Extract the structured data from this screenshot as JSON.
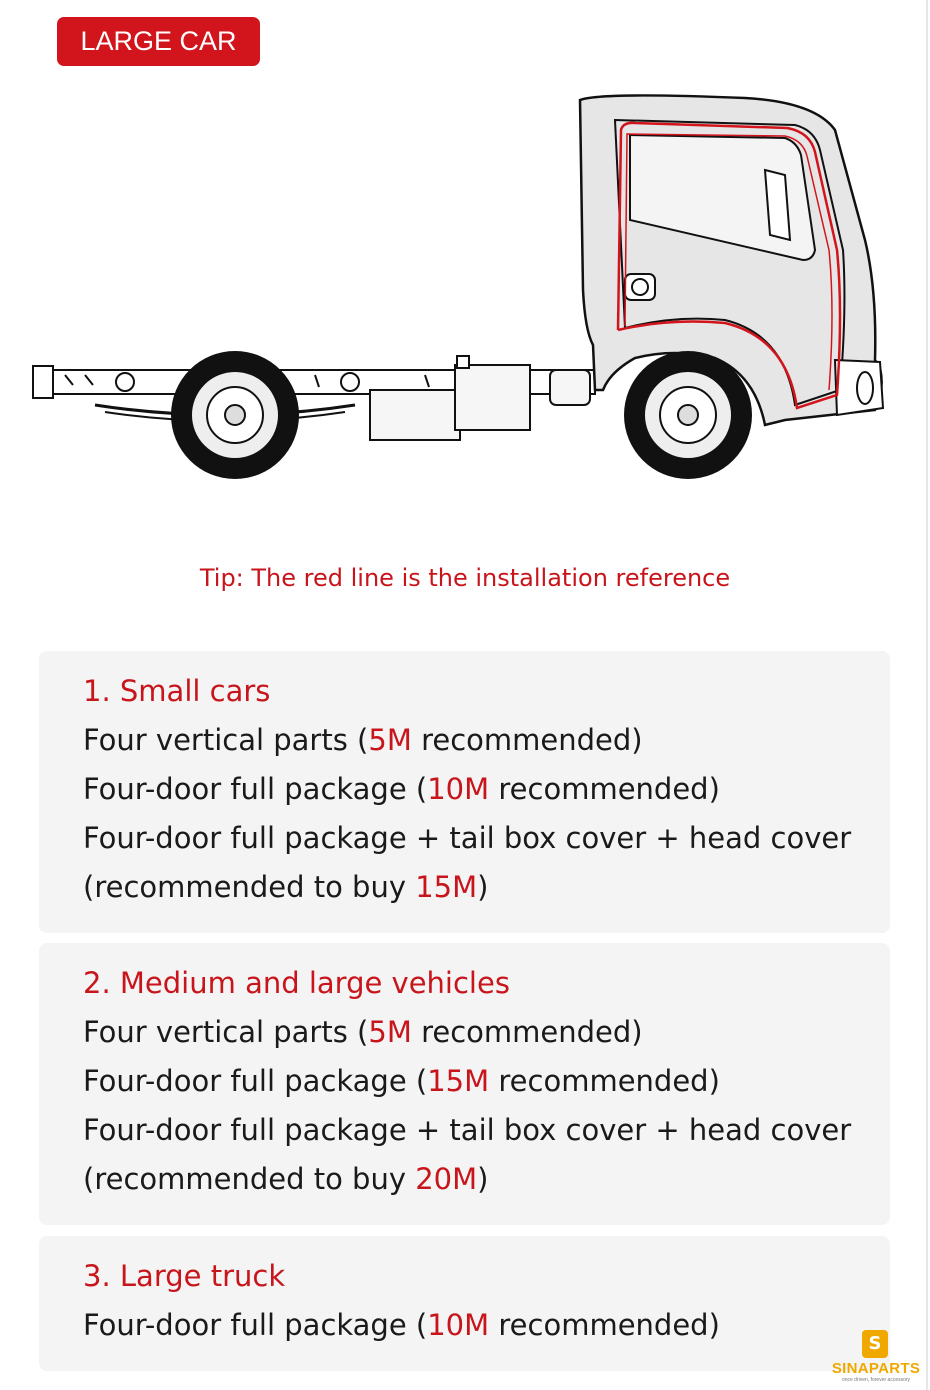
{
  "badge": {
    "label": "LARGE CAR"
  },
  "tip": "Tip: The red line is the installation reference",
  "sections": [
    {
      "heading": "1. Small cars",
      "lines": [
        {
          "pre": "Four vertical parts (",
          "hl": "5M",
          "post": " recommended)"
        },
        {
          "pre": "Four-door full package (",
          "hl": "10M",
          "post": " recommended)"
        },
        {
          "pre": "Four-door full package + tail box cover + head cover",
          "hl": "",
          "post": ""
        },
        {
          "pre": "(recommended to buy ",
          "hl": "15M",
          "post": ")"
        }
      ]
    },
    {
      "heading": "2. Medium and large vehicles",
      "lines": [
        {
          "pre": "Four vertical parts (",
          "hl": "5M",
          "post": " recommended)"
        },
        {
          "pre": "Four-door full package (",
          "hl": "15M",
          "post": " recommended)"
        },
        {
          "pre": "Four-door full package + tail box cover + head cover",
          "hl": "",
          "post": ""
        },
        {
          "pre": "(recommended to buy ",
          "hl": "20M",
          "post": ")"
        }
      ]
    },
    {
      "heading": "3. Large truck",
      "lines": [
        {
          "pre": "Four-door full package (",
          "hl": "10M",
          "post": " recommended)"
        }
      ]
    }
  ],
  "logo": {
    "mark": "S",
    "name": "SINAPARTS",
    "slogan": "once driven, forever accessory"
  },
  "colors": {
    "accent_red": "#c8151b",
    "badge_red": "#d2151c",
    "card_bg": "#f4f4f4",
    "logo_gold": "#f0a800"
  }
}
